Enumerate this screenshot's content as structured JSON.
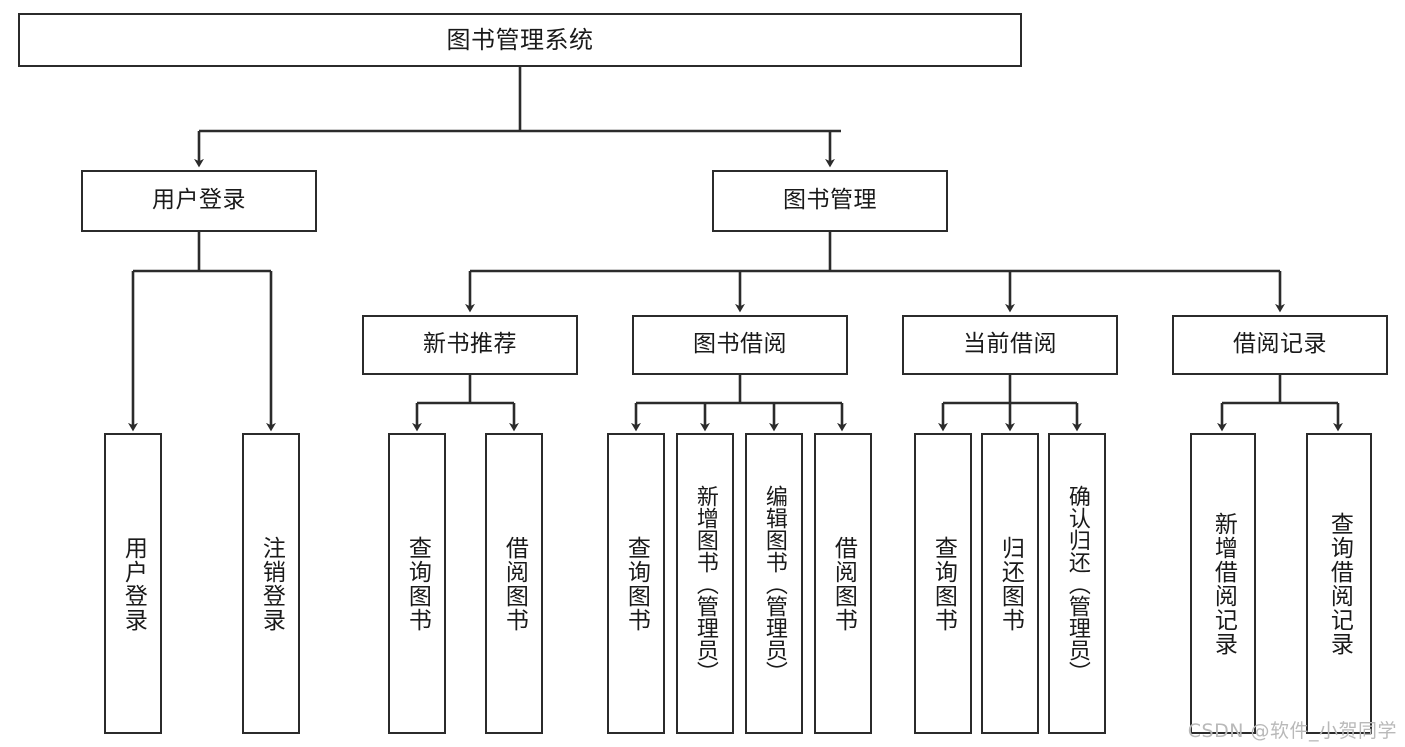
{
  "diagram": {
    "type": "tree",
    "title": "图书管理系统",
    "orientation": "top-down",
    "colors": {
      "stroke": "#2b2b2b",
      "fill": "#ffffff",
      "text": "#1a1a1a",
      "watermark": "#b9b9b9"
    },
    "levels": [
      {
        "level": 0,
        "nodes": [
          {
            "id": "root",
            "label": "图书管理系统",
            "text_direction": "horizontal"
          }
        ]
      },
      {
        "level": 1,
        "nodes": [
          {
            "id": "login",
            "label": "用户登录",
            "text_direction": "horizontal",
            "parent": "root"
          },
          {
            "id": "bookmgr",
            "label": "图书管理",
            "text_direction": "horizontal",
            "parent": "root"
          }
        ]
      },
      {
        "level": 2,
        "nodes": [
          {
            "id": "newbook",
            "label": "新书推荐",
            "text_direction": "horizontal",
            "parent": "bookmgr"
          },
          {
            "id": "borrow",
            "label": "图书借阅",
            "text_direction": "horizontal",
            "parent": "bookmgr"
          },
          {
            "id": "current",
            "label": "当前借阅",
            "text_direction": "horizontal",
            "parent": "bookmgr"
          },
          {
            "id": "record",
            "label": "借阅记录",
            "text_direction": "horizontal",
            "parent": "bookmgr"
          }
        ]
      },
      {
        "level": 3,
        "nodes": [
          {
            "id": "leaf-login-1",
            "label": "用户登录",
            "text_direction": "vertical",
            "parent": "login"
          },
          {
            "id": "leaf-login-2",
            "label": "注销登录",
            "text_direction": "vertical",
            "parent": "login"
          },
          {
            "id": "leaf-newbook-1",
            "label": "查询图书",
            "text_direction": "vertical",
            "parent": "newbook"
          },
          {
            "id": "leaf-newbook-2",
            "label": "借阅图书",
            "text_direction": "vertical",
            "parent": "newbook"
          },
          {
            "id": "leaf-borrow-1",
            "label": "查询图书",
            "text_direction": "vertical",
            "parent": "borrow"
          },
          {
            "id": "leaf-borrow-2",
            "label": "新增图书（管理员）",
            "text_direction": "vertical",
            "parent": "borrow"
          },
          {
            "id": "leaf-borrow-3",
            "label": "编辑图书（管理员）",
            "text_direction": "vertical",
            "parent": "borrow"
          },
          {
            "id": "leaf-borrow-4",
            "label": "借阅图书",
            "text_direction": "vertical",
            "parent": "borrow"
          },
          {
            "id": "leaf-current-1",
            "label": "查询图书",
            "text_direction": "vertical",
            "parent": "current"
          },
          {
            "id": "leaf-current-2",
            "label": "归还图书",
            "text_direction": "vertical",
            "parent": "current"
          },
          {
            "id": "leaf-current-3",
            "label": "确认归还（管理员）",
            "text_direction": "vertical",
            "parent": "current"
          },
          {
            "id": "leaf-record-1",
            "label": "新增借阅记录",
            "text_direction": "vertical",
            "parent": "record"
          },
          {
            "id": "leaf-record-2",
            "label": "查询借阅记录",
            "text_direction": "vertical",
            "parent": "record"
          }
        ]
      }
    ]
  },
  "watermark": {
    "text": "CSDN @软件_小贺同学"
  }
}
